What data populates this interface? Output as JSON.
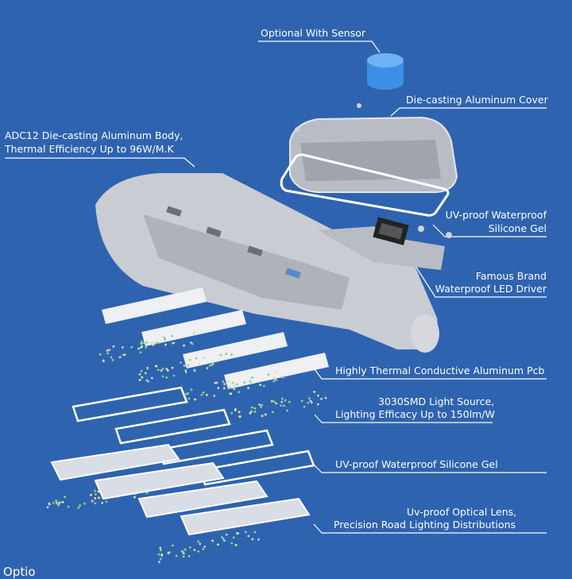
{
  "labels": {
    "sensor": "Optional With Sensor",
    "cover": "Die-casting Aluminum Cover",
    "body_line1": "ADC12 Die-casting Aluminum Body,",
    "body_line2": "Thermal Efficiency Up to 96W/M.K",
    "gasket_top_line1": "UV-proof Waterproof",
    "gasket_top_line2": "Silicone Gel",
    "driver_line1": "Famous Brand",
    "driver_line2": "Waterproof LED Driver",
    "pcb": "Highly Thermal Conductive Aluminum Pcb",
    "led_line1": "3030SMD Light Source,",
    "led_line2": "Lighting Efficacy Up to 150lm/W",
    "gasket_bottom": "UV-proof Waterproof Silicone Gel",
    "lens_line1": "Uv-proof Optical Lens,",
    "lens_line2": "Precision Road Lighting Distributions",
    "cutoff": "Optio"
  },
  "colors": {
    "background": "#2e63b0",
    "metal": "#c9ccd2",
    "sensor": "#3d8fe6"
  }
}
